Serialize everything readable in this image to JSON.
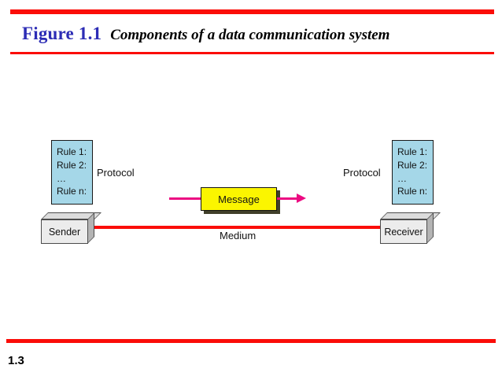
{
  "slide": {
    "title_figure": "Figure 1.1",
    "title_caption": "Components of a data communication system",
    "page_number": "1.3",
    "accent_color": "#fb0d08",
    "figure_label_color": "#2c2cb5"
  },
  "diagram": {
    "protocol_left_label": "Protocol",
    "protocol_right_label": "Protocol",
    "medium_label": "Medium",
    "message_label": "Message",
    "sender_label": "Sender",
    "receiver_label": "Receiver",
    "rulebox_left": {
      "lines": [
        "Rule 1:",
        "Rule 2:",
        "…",
        "Rule n:"
      ],
      "fill_color": "#a5d7e8"
    },
    "rulebox_right": {
      "lines": [
        "Rule 1:",
        "Rule 2:",
        "…",
        "Rule n:"
      ],
      "fill_color": "#a5d7e8"
    },
    "message_fill_color": "#fbf500",
    "medium_line_color": "#fb0d08",
    "flow_arrow_color": "#ec0a82",
    "node_fill_color": "#ececec"
  }
}
